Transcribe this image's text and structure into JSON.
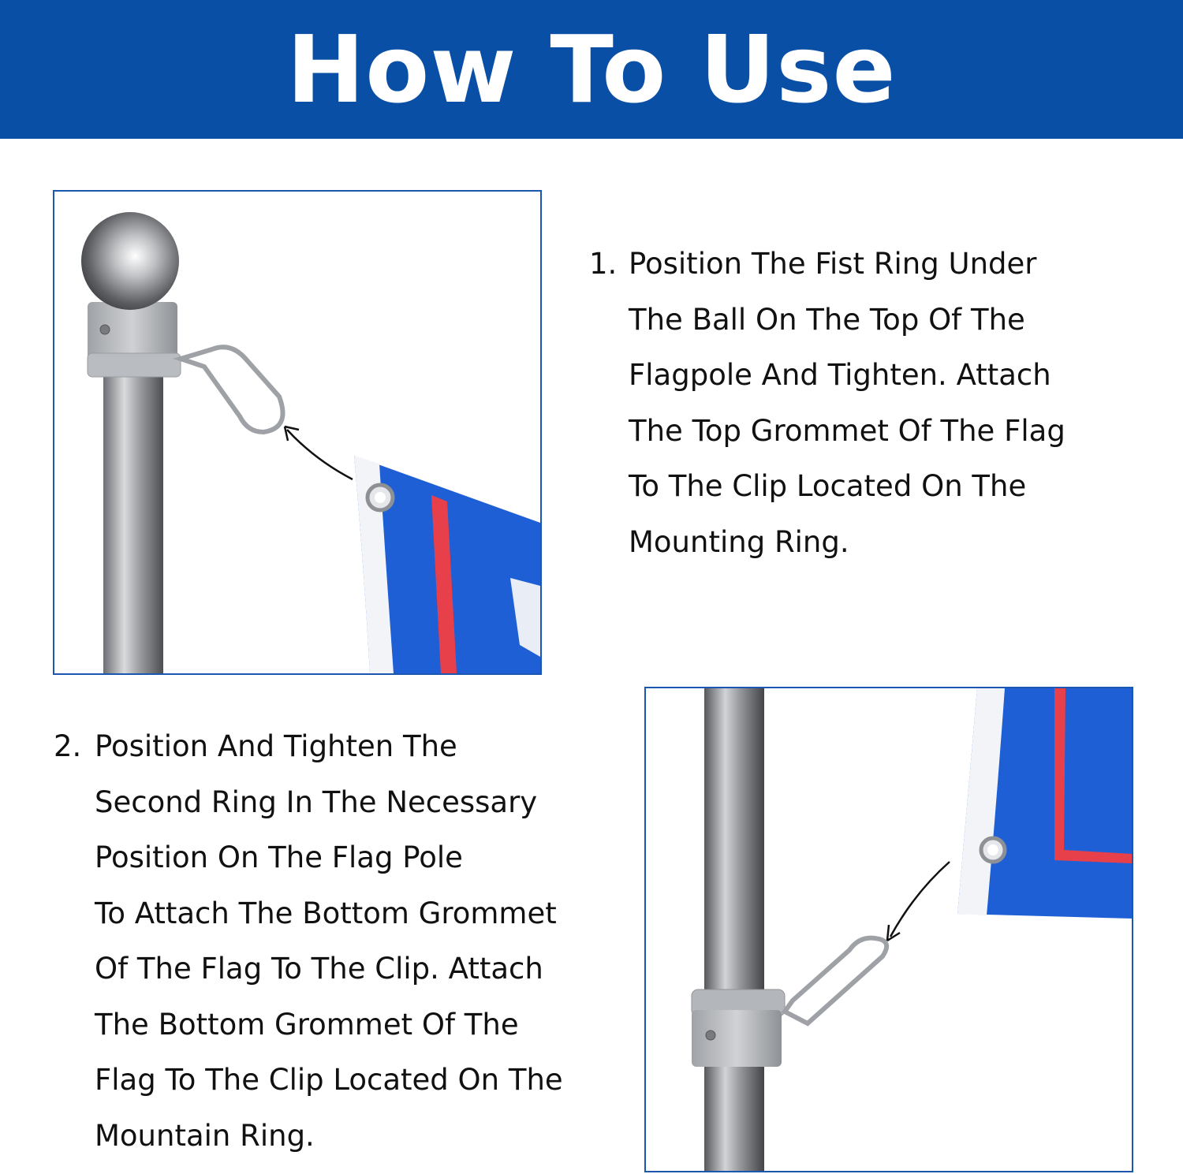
{
  "header": {
    "title": "How To Use",
    "background": "#0a4fa6"
  },
  "steps": [
    {
      "number": "1.",
      "lines": [
        "Position The Fist Ring Under",
        "The Ball On The Top Of The",
        "Flagpole And Tighten. Attach",
        "The Top Grommet Of The Flag",
        "To The Clip Located On The",
        "Mounting Ring."
      ]
    },
    {
      "number": "2.",
      "lines": [
        "Position And Tighten The",
        "Second Ring In The Necessary",
        "Position On The Flag Pole",
        "To Attach The Bottom Grommet",
        "Of The Flag To The Clip. Attach",
        "The Bottom Grommet Of The",
        "Flag To The Clip Located On The",
        "Mountain Ring."
      ]
    }
  ],
  "colors": {
    "frame": "#1b57b0",
    "flag_blue": "#1f5fd6",
    "flag_red": "#e8404a"
  }
}
